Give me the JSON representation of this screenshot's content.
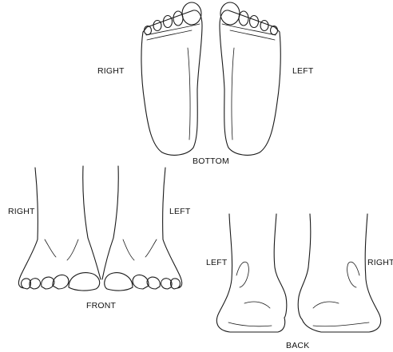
{
  "labels": {
    "bottom_right": "RIGHT",
    "bottom_left": "LEFT",
    "bottom_caption": "BOTTOM",
    "front_right": "RIGHT",
    "front_left": "LEFT",
    "front_caption": "FRONT",
    "back_left": "LEFT",
    "back_right": "RIGHT",
    "back_caption": "BACK"
  },
  "colors": {
    "line": "#1a1a1a",
    "text": "#111111",
    "background": "#ffffff"
  }
}
